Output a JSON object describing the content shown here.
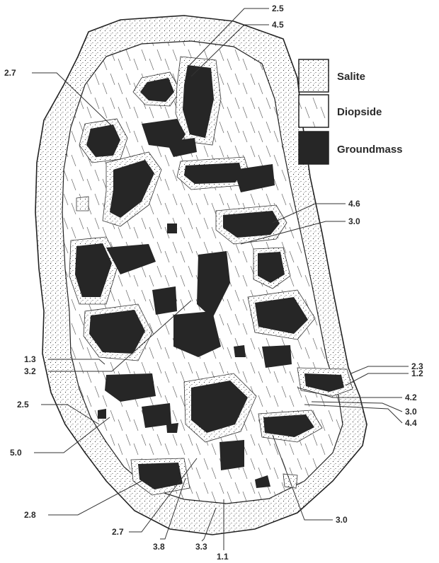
{
  "legend": [
    {
      "key": "salite",
      "label": "Salite",
      "pattern": "stipple"
    },
    {
      "key": "diopside",
      "label": "Diopside",
      "pattern": "hatch"
    },
    {
      "key": "groundmass",
      "label": "Groundmass",
      "pattern": "solid"
    }
  ],
  "colors": {
    "ink": "#2a2a2a",
    "groundmass": "#262626",
    "paper": "#ffffff"
  },
  "callouts": [
    {
      "id": "c1",
      "value": "2.5"
    },
    {
      "id": "c2",
      "value": "4.5"
    },
    {
      "id": "c3",
      "value": "2.7"
    },
    {
      "id": "c4",
      "value": "4.6"
    },
    {
      "id": "c5",
      "value": "3.0"
    },
    {
      "id": "c6",
      "value": "1.3"
    },
    {
      "id": "c7",
      "value": "3.2"
    },
    {
      "id": "c8",
      "value": "2.3"
    },
    {
      "id": "c9",
      "value": "1.2"
    },
    {
      "id": "c10",
      "value": "2.5"
    },
    {
      "id": "c11",
      "value": "4.2"
    },
    {
      "id": "c12",
      "value": "3.0"
    },
    {
      "id": "c13",
      "value": "4.4"
    },
    {
      "id": "c14",
      "value": "5.0"
    },
    {
      "id": "c15",
      "value": "2.8"
    },
    {
      "id": "c16",
      "value": "3.0"
    },
    {
      "id": "c17",
      "value": "2.7"
    },
    {
      "id": "c18",
      "value": "3.8"
    },
    {
      "id": "c19",
      "value": "3.3"
    },
    {
      "id": "c20",
      "value": "1.1"
    }
  ]
}
